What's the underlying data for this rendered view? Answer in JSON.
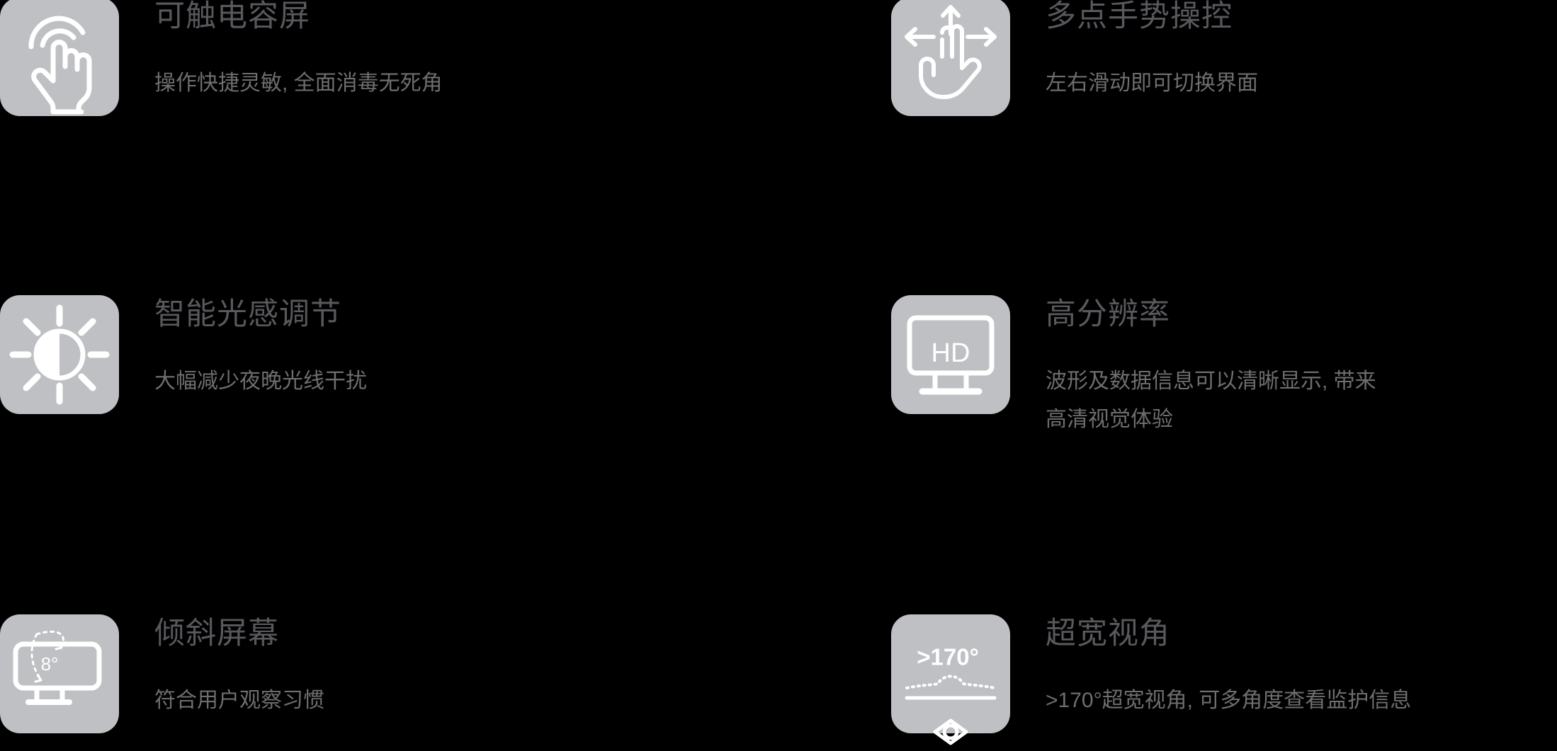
{
  "page": {
    "background_color": "#000000",
    "tile_color": "#bfc0c3",
    "icon_color": "#ffffff",
    "title_color": "#58585d",
    "desc_color": "#6e6e71"
  },
  "features": [
    {
      "icon": "touch-capacitive-screen-icon",
      "title": "可触电容屏",
      "desc_lines": [
        "操作快捷灵敏, 全面消毒无死角"
      ]
    },
    {
      "icon": "multi-touch-gesture-icon",
      "title": "多点手势操控",
      "desc_lines": [
        "左右滑动即可切换界面"
      ]
    },
    {
      "icon": "auto-brightness-icon",
      "title": "智能光感调节",
      "desc_lines": [
        "大幅减少夜晚光线干扰"
      ]
    },
    {
      "icon": "hd-monitor-icon",
      "title": "高分辨率",
      "desc_lines": [
        "波形及数据信息可以清晰显示, 带来",
        "高清视觉体验"
      ],
      "icon_label": "HD"
    },
    {
      "icon": "tilt-screen-icon",
      "title": "倾斜屏幕",
      "desc_lines": [
        "符合用户观察习惯"
      ],
      "icon_label": "8°"
    },
    {
      "icon": "wide-viewing-angle-icon",
      "title": "超宽视角",
      "desc_lines": [
        ">170°超宽视角, 可多角度查看监护信息"
      ],
      "icon_label": ">170°"
    }
  ]
}
